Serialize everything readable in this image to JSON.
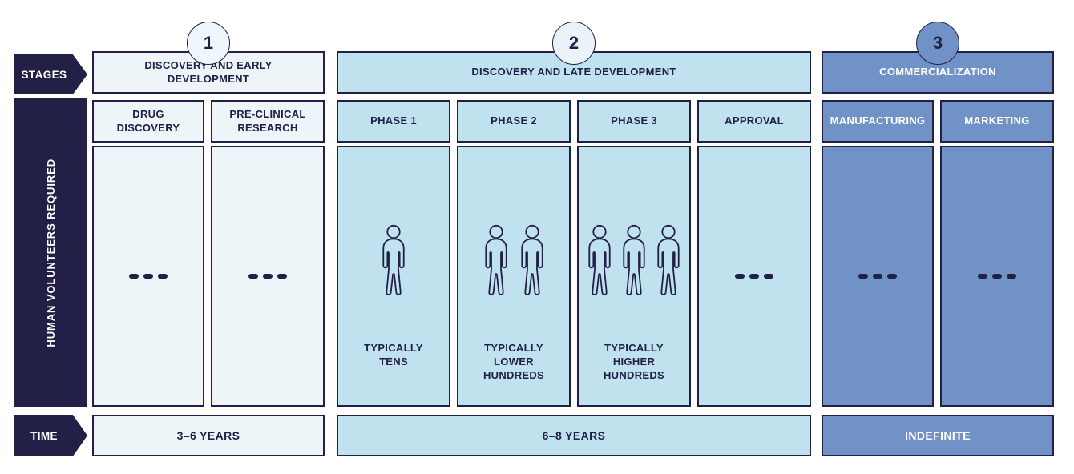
{
  "colors": {
    "navy": "#232048",
    "stage1_bg": "#edf5f9",
    "stage2_bg": "#bfe2ee",
    "stage3_bg": "#7092c7",
    "text_light": "#ffffff"
  },
  "left_labels": {
    "stages": "STAGES",
    "volunteers": "HUMAN VOLUNTEERS REQUIRED",
    "time": "TIME"
  },
  "stages": [
    {
      "number": "1",
      "title": "DISCOVERY AND EARLY DEVELOPMENT",
      "time": "3–6 YEARS",
      "columns": [
        {
          "label": "DRUG DISCOVERY",
          "people": 0,
          "note": "",
          "content": "dashes"
        },
        {
          "label": "PRE-CLINICAL RESEARCH",
          "people": 0,
          "note": "",
          "content": "dashes"
        }
      ]
    },
    {
      "number": "2",
      "title": "DISCOVERY AND LATE DEVELOPMENT",
      "time": "6–8 YEARS",
      "columns": [
        {
          "label": "PHASE 1",
          "people": 1,
          "note": "TYPICALLY TENS",
          "content": "people"
        },
        {
          "label": "PHASE 2",
          "people": 2,
          "note": "TYPICALLY LOWER HUNDREDS",
          "content": "people"
        },
        {
          "label": "PHASE 3",
          "people": 3,
          "note": "TYPICALLY HIGHER HUNDREDS",
          "content": "people"
        },
        {
          "label": "APPROVAL",
          "people": 0,
          "note": "",
          "content": "dashes"
        }
      ]
    },
    {
      "number": "3",
      "title": "COMMERCIALIZATION",
      "time": "INDEFINITE",
      "columns": [
        {
          "label": "MANUFACTURING",
          "people": 0,
          "note": "",
          "content": "dashes"
        },
        {
          "label": "MARKETING",
          "people": 0,
          "note": "",
          "content": "dashes"
        }
      ]
    }
  ]
}
